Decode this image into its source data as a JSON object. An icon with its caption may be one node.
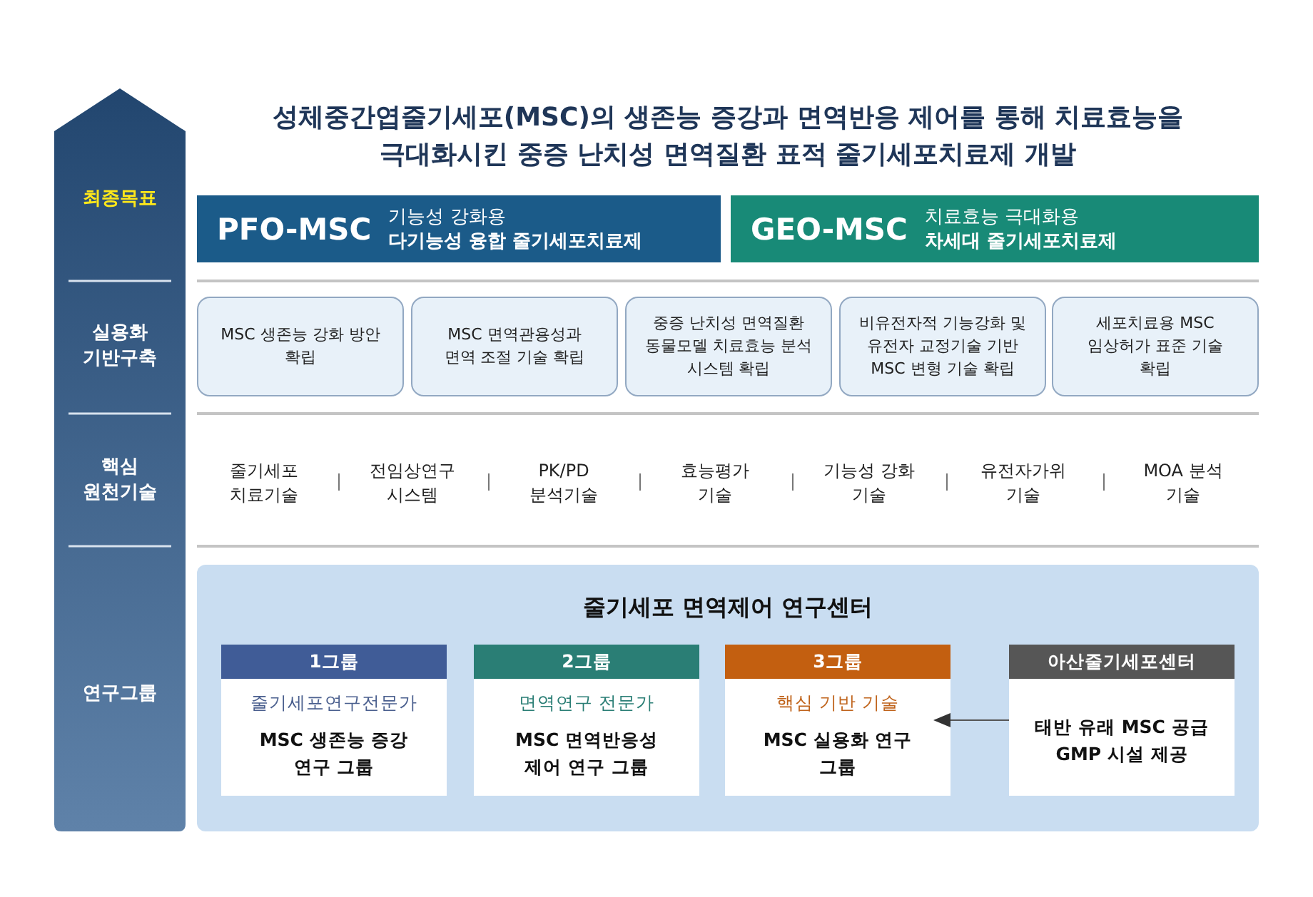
{
  "diagram": {
    "title": "성체중간엽줄기세포(MSC)의 생존능 증강과 면역반응 제어를 통해 치료효능을 극대화시킨 중증 난치성 면역질환 표적 줄기세포치료제 개발",
    "nodes": [
      {
        "text": [
          "PFO-MSC",
          "기능성 강화용",
          "다기능성 융합 줄기세포치료제"
        ]
      },
      {
        "text": [
          "GEO-MSC",
          "치료효능 극대화용",
          "차세대 줄기세포치료제"
        ]
      },
      {
        "text": [
          "MSC 생존능 강화 방안 확립"
        ]
      },
      {
        "text": [
          "MSC 면역관용성과 면역 조절 기술 확립"
        ]
      },
      {
        "text": [
          "중증 난치성 면역질환 동물모델 치료효능 분석 시스템 확립"
        ]
      },
      {
        "text": [
          "비유전자적 기능강화 및 유전자 교정기술 기반 MSC 변형 기술 확립"
        ]
      },
      {
        "text": [
          "세포치료용 MSC 임상허가 표준 기술 확립"
        ]
      },
      {
        "text": [
          "줄기세포 면역제어 연구센터"
        ]
      },
      {
        "text": [
          "1그룹",
          "줄기세포연구전문가",
          "MSC 생존능 증강 연구 그룹"
        ],
        "in": 7
      },
      {
        "text": [
          "2그룹",
          "면역연구 전문가",
          "MSC 면역반응성 제어 연구 그룹"
        ],
        "in": 7
      },
      {
        "text": [
          "3그룹",
          "핵심 기반 기술",
          "MSC 실용화 연구 그룹"
        ],
        "in": 7
      },
      {
        "text": [
          "아산줄기세포센터",
          "태반 유래 MSC 공급 GMP 시설 제공"
        ],
        "in": 7
      }
    ],
    "edges": [
      {
        "from": 11,
        "to": 10,
        "arrow": "to"
      }
    ],
    "labels": [
      "최종목표",
      "실용화 기반구축",
      "핵심 원천기술",
      "줄기세포 치료기술",
      "전임상연구 시스템",
      "PK/PD 분석기술",
      "효능평가 기술",
      "기능성 강화 기술",
      "유전자가위 기술",
      "MOA 분석 기술",
      "연구그룹"
    ]
  }
}
